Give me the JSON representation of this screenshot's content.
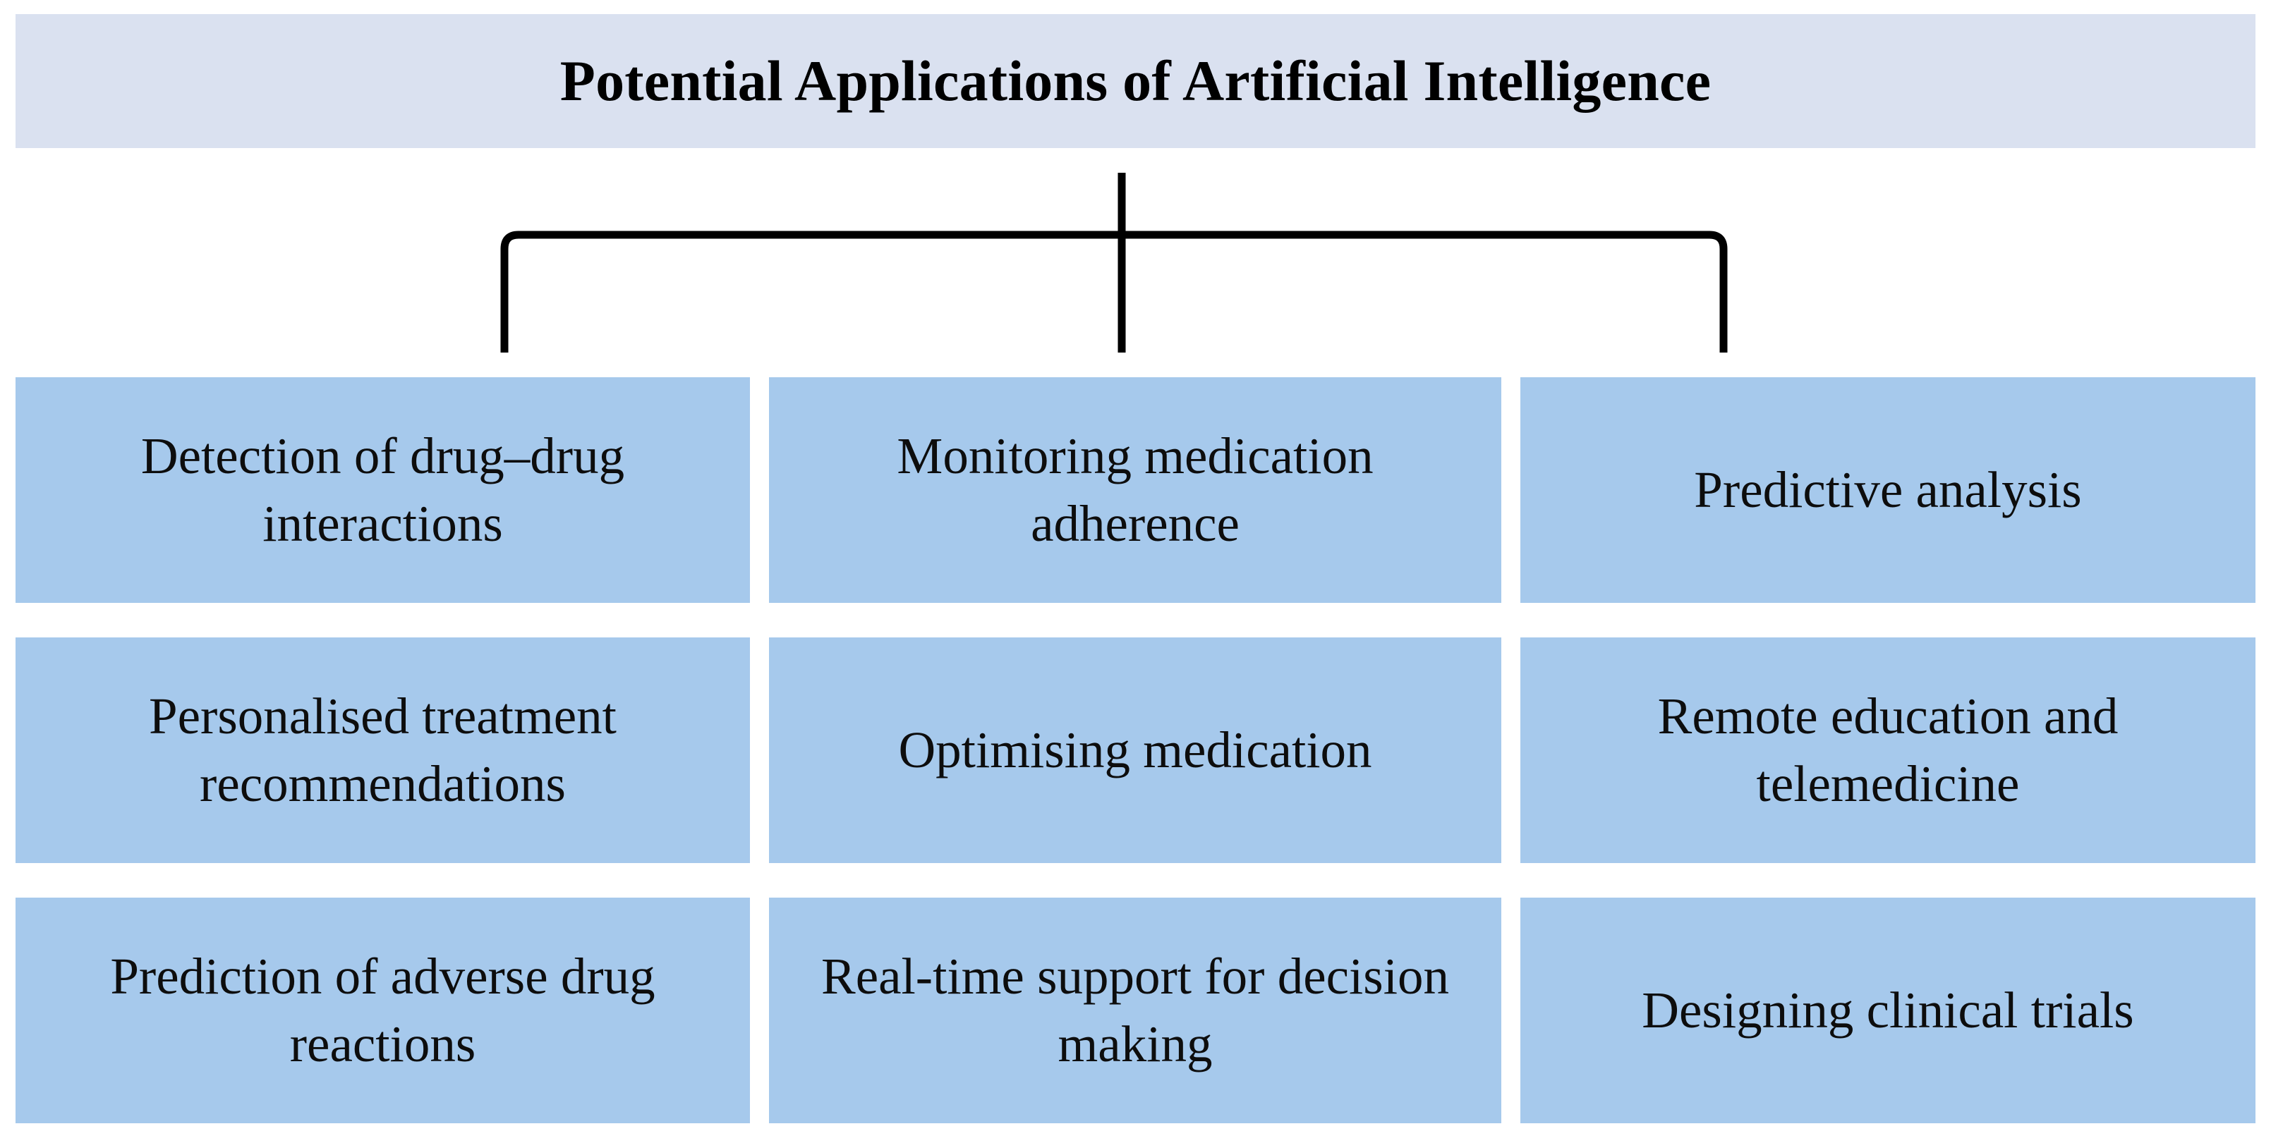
{
  "title": {
    "text": "Potential Applications of Artificial Intelligence",
    "background_color": "#DAE1F0",
    "text_color": "#000000"
  },
  "connector": {
    "line_color": "#000000",
    "style": "bracket"
  },
  "boxes": {
    "background_color": "#A6C9EC",
    "text_color": "#0D0D0D",
    "items": [
      {
        "label": "Detection of drug–drug interactions",
        "row": 1,
        "column": 1
      },
      {
        "label": "Monitoring medication adherence",
        "row": 1,
        "column": 2
      },
      {
        "label": "Predictive analysis",
        "row": 1,
        "column": 3
      },
      {
        "label": "Personalised treatment recommendations",
        "row": 2,
        "column": 1
      },
      {
        "label": "Optimising medication",
        "row": 2,
        "column": 2
      },
      {
        "label": "Remote education and telemedicine",
        "row": 2,
        "column": 3
      },
      {
        "label": "Prediction of adverse drug reactions",
        "row": 3,
        "column": 1
      },
      {
        "label": "Real-time support for decision making",
        "row": 3,
        "column": 2
      },
      {
        "label": "Designing clinical trials",
        "row": 3,
        "column": 3
      }
    ]
  }
}
